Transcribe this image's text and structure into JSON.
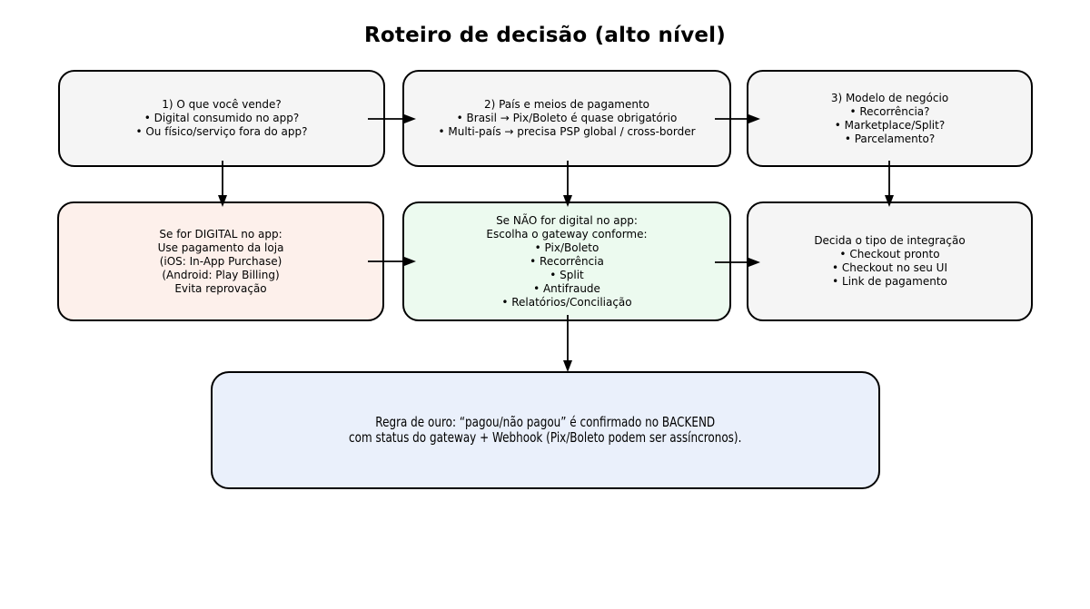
{
  "title": "Roteiro de decisão (alto nível)",
  "colors": {
    "background": "#ffffff",
    "border": "#000000",
    "arrow": "#000000",
    "text": "#000000",
    "box_gray": "#f5f5f5",
    "box_pink": "#fdf0eb",
    "box_green": "#ecfaef",
    "box_blue": "#eaf0fb"
  },
  "nodes": [
    {
      "id": "what-you-sell",
      "lines": [
        "1) O que você vende?",
        "• Digital consumido no app?",
        "• Ou físico/serviço fora do app?"
      ]
    },
    {
      "id": "country-payment-methods",
      "lines": [
        "2) País e meios de pagamento",
        "• Brasil → Pix/Boleto é quase obrigatório",
        "• Multi-país → precisa PSP global / cross-border"
      ]
    },
    {
      "id": "business-model",
      "lines": [
        "3) Modelo de negócio",
        "• Recorrência?",
        "• Marketplace/Split?",
        "• Parcelamento?"
      ]
    },
    {
      "id": "digital-in-app",
      "lines": [
        "Se for DIGITAL no app:",
        "Use pagamento da loja",
        "(iOS: In-App Purchase)",
        "(Android: Play Billing)",
        "Evita reprovação"
      ]
    },
    {
      "id": "gateway-choice",
      "lines": [
        "Se NÃO for digital no app:",
        "Escolha o gateway conforme:",
        "• Pix/Boleto",
        "• Recorrência",
        "• Split",
        "• Antifraude",
        "• Relatórios/Conciliação"
      ]
    },
    {
      "id": "integration-type",
      "lines": [
        "Decida o tipo de integração",
        "• Checkout pronto",
        "• Checkout no seu UI",
        "• Link de pagamento"
      ]
    },
    {
      "id": "golden-rule",
      "lines": [
        "Regra de ouro: “pagou/não pagou” é confirmado no BACKEND",
        "com status do gateway + Webhook (Pix/Boleto podem ser assíncronos)."
      ]
    }
  ],
  "edges": [
    {
      "from": "what-you-sell",
      "to": "country-payment-methods"
    },
    {
      "from": "country-payment-methods",
      "to": "business-model"
    },
    {
      "from": "what-you-sell",
      "to": "digital-in-app"
    },
    {
      "from": "country-payment-methods",
      "to": "gateway-choice"
    },
    {
      "from": "business-model",
      "to": "integration-type"
    },
    {
      "from": "digital-in-app",
      "to": "gateway-choice"
    },
    {
      "from": "gateway-choice",
      "to": "integration-type"
    },
    {
      "from": "gateway-choice",
      "to": "golden-rule"
    }
  ]
}
